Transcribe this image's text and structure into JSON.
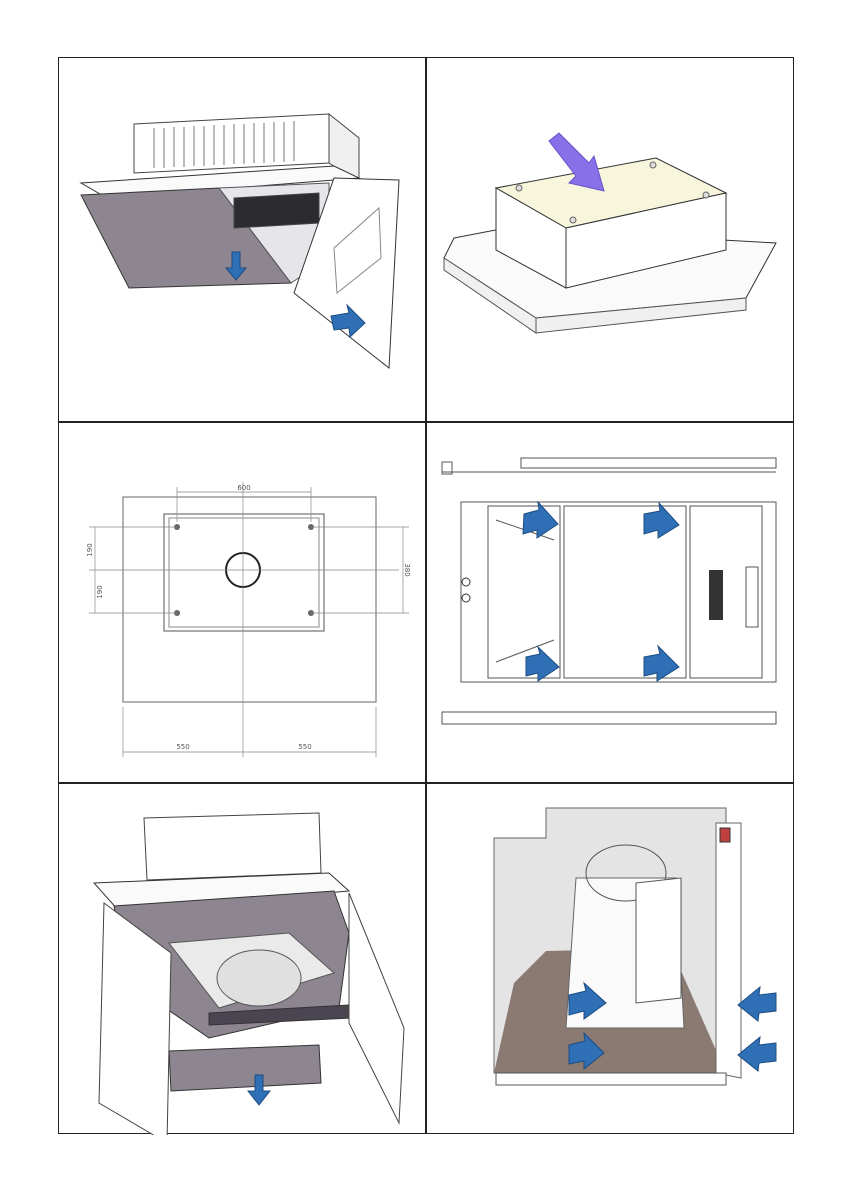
{
  "panels": [
    {
      "id": "step-1",
      "caption": ""
    },
    {
      "id": "step-2",
      "caption": ""
    },
    {
      "id": "step-3",
      "caption": "",
      "dimensions": {
        "top": "600",
        "left_upper": "190",
        "left_lower": "190",
        "right": "380",
        "bottom_left": "550",
        "bottom_right": "550"
      }
    },
    {
      "id": "step-4",
      "caption": ""
    },
    {
      "id": "step-5",
      "caption": ""
    },
    {
      "id": "step-6",
      "caption": ""
    }
  ],
  "colors": {
    "arrow_blue": "#2e6fb5",
    "arrow_purple": "#8870e8",
    "panel_gray": "#8d8590",
    "floor_brown": "#8a7a72",
    "cream": "#f7f6dc"
  },
  "icons": [
    "arrow-down-icon",
    "arrow-right-icon",
    "arrow-diagonal-icon"
  ]
}
